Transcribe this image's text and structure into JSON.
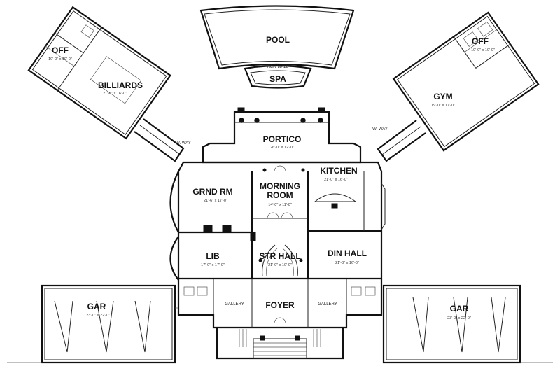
{
  "rooms": {
    "pool": "POOL",
    "spa": "SPA",
    "spa_note": "ACR WALL",
    "office_left": "OFF",
    "office_left_dim": "10'-0\" x 10'-0\"",
    "billiards": "BILLIARDS",
    "billiards_dim": "21'-6\" x 16'-0\"",
    "office_right": "OFF",
    "office_right_dim": "10'-0\" x 10'-0\"",
    "gym": "GYM",
    "gym_dim": "19'-0\" x 17'-0\"",
    "portico": "PORTICO",
    "portico_dim": "26'-0\" x 12'-0\"",
    "kitchen": "KITCHEN",
    "kitchen_dim": "21'-0\" x 16'-0\"",
    "grand_room": "GRND RM",
    "grand_room_dim": "21'-6\" x 17'-0\"",
    "morning_room_1": "MORNING",
    "morning_room_2": "ROOM",
    "morning_room_dim": "14'-0\" x 11'-0\"",
    "library": "LIB",
    "library_dim": "17'-0\" x 17'-0\"",
    "stair_hall": "STR HALL",
    "stair_hall_dim": "21'-0\" x 10'-0\"",
    "dining_hall": "DIN HALL",
    "dining_hall_dim": "21'-0\" x 16'-0\"",
    "foyer": "FOYER",
    "garage_left": "GAR",
    "garage_left_dim": "23'-0\" x 22'-0\"",
    "garage_right": "GAR",
    "garage_right_dim": "23'-0\" x 22'-0\"",
    "walkway_left": "W. WAY",
    "walkway_right": "W. WAY",
    "gallery_left": "GALLERY",
    "gallery_right": "GALLERY"
  }
}
